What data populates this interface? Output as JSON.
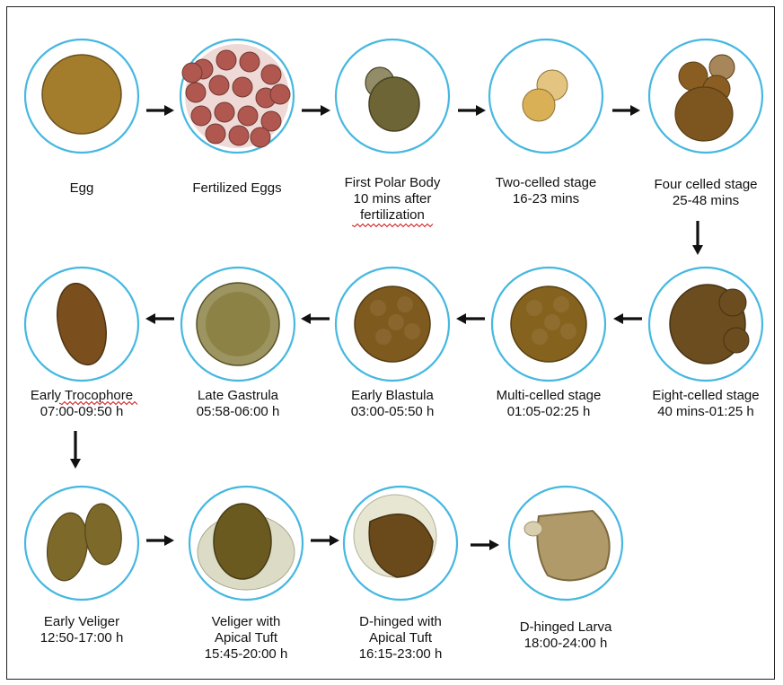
{
  "stages": [
    {
      "id": "egg",
      "label_lines": [
        "Egg"
      ],
      "cell_color": "#a37d2c"
    },
    {
      "id": "fertilized-eggs",
      "label_lines": [
        "Fertilized Eggs"
      ],
      "cell_color": "#b0574f"
    },
    {
      "id": "first-polar-body",
      "label_lines": [
        "First Polar Body",
        "10 mins after",
        "fertilization"
      ],
      "cell_color": "#6e6537"
    },
    {
      "id": "two-celled",
      "label_lines": [
        "Two-celled stage",
        "16-23 mins"
      ],
      "cell_color": "#d9b055"
    },
    {
      "id": "four-celled",
      "label_lines": [
        "Four celled stage",
        "25-48 mins"
      ],
      "cell_color": "#8a5e22"
    },
    {
      "id": "eight-celled",
      "label_lines": [
        "Eight-celled stage",
        "40 mins-01:25 h"
      ],
      "cell_color": "#6b4d20"
    },
    {
      "id": "multi-celled",
      "label_lines": [
        "Multi-celled stage",
        "01:05-02:25 h"
      ],
      "cell_color": "#85621e"
    },
    {
      "id": "early-blastula",
      "label_lines": [
        "Early Blastula",
        "03:00-05:50 h"
      ],
      "cell_color": "#7f5a1e"
    },
    {
      "id": "late-gastrula",
      "label_lines": [
        "Late Gastrula",
        "05:58-06:00 h"
      ],
      "cell_color": "#857a3a"
    },
    {
      "id": "early-trocophore",
      "label_lines": [
        "Early Trocophore",
        "07:00-09:50 h"
      ],
      "cell_color": "#7a4f1d"
    },
    {
      "id": "early-veliger",
      "label_lines": [
        "Early Veliger",
        "12:50-17:00 h"
      ],
      "cell_color": "#7d6a2a"
    },
    {
      "id": "veliger-apical-tuft",
      "label_lines": [
        "Veliger with",
        "Apical Tuft",
        "15:45-20:00 h"
      ],
      "cell_color": "#6b5a20"
    },
    {
      "id": "d-hinged-apical-tuft",
      "label_lines": [
        "D-hinged with",
        "Apical Tuft",
        "16:15-23:00 h"
      ],
      "cell_color": "#6a4a1a"
    },
    {
      "id": "d-hinged-larva",
      "label_lines": [
        "D-hinged Larva",
        "18:00-24:00 h"
      ],
      "cell_color": "#b09a6a"
    }
  ]
}
